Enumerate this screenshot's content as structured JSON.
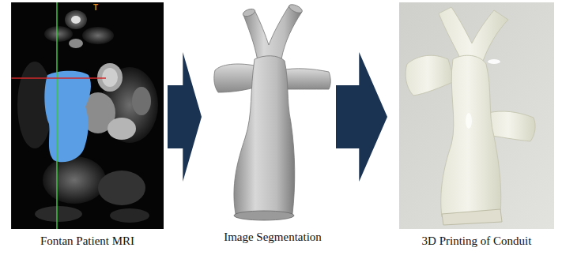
{
  "diagram": {
    "nodes": [
      {
        "text": [
          "Fontan Patient MRI"
        ]
      },
      {
        "text": [
          "Image Segmentation"
        ]
      },
      {
        "text": [
          "3D Printing of Conduit"
        ]
      }
    ],
    "edges": [
      {
        "from": 0,
        "to": 1,
        "arrow": "to"
      },
      {
        "from": 1,
        "to": 2,
        "arrow": "to"
      }
    ],
    "labels": [
      "T"
    ]
  }
}
